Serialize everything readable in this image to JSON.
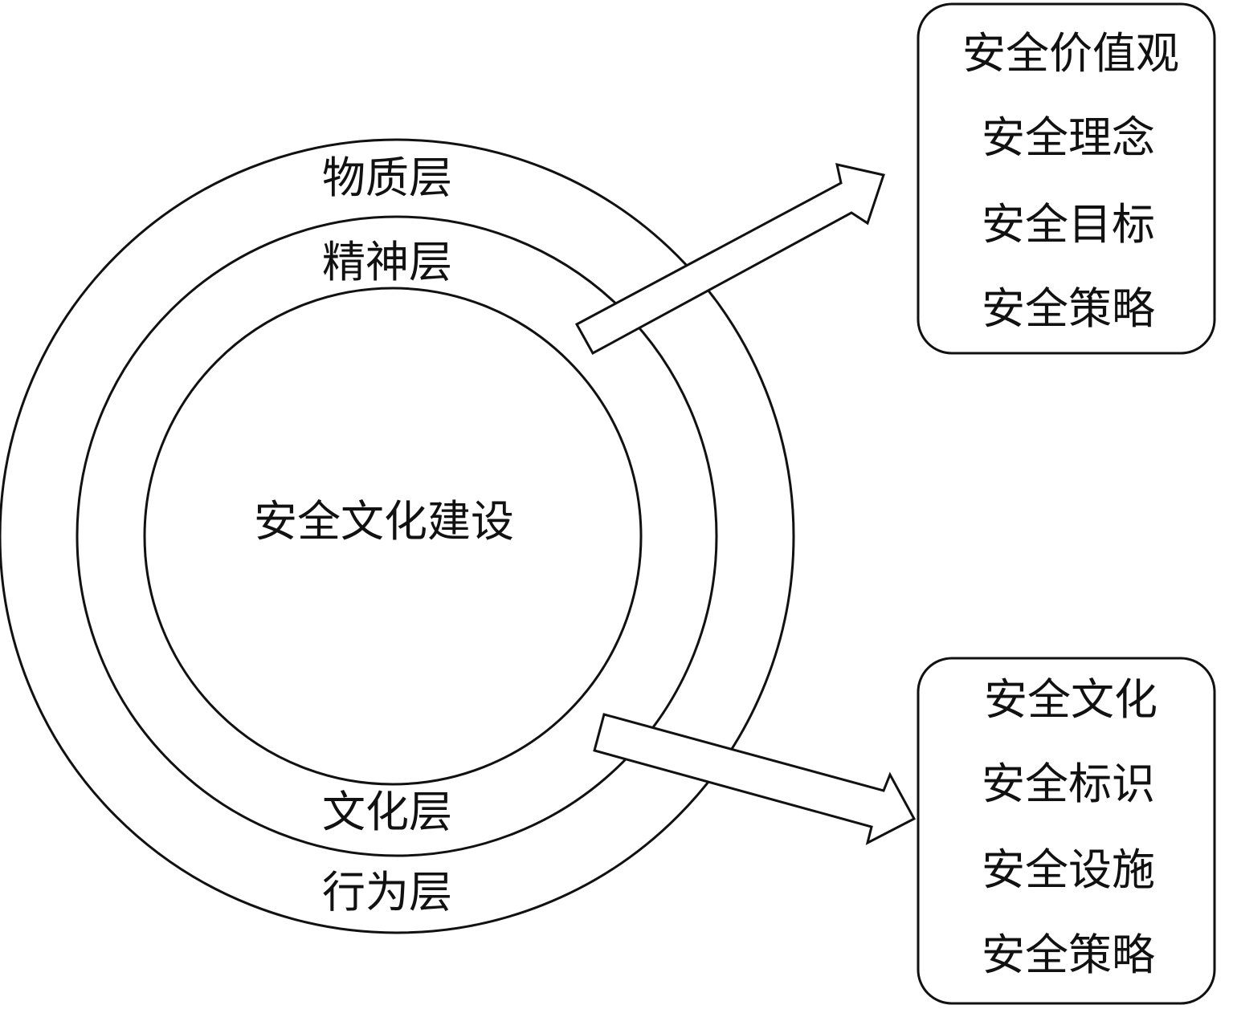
{
  "diagram": {
    "rings": {
      "outer_label": "物质层",
      "middle_label": "精神层",
      "center_label": "安全文化建设",
      "lower_middle_label": "文化层",
      "lower_outer_label": "行为层"
    },
    "top_box": {
      "items": [
        "安全价值观",
        "安全理念",
        "安全目标",
        "安全策略"
      ]
    },
    "bottom_box": {
      "items": [
        "安全文化",
        "安全标识",
        "安全设施",
        "安全策略"
      ]
    }
  }
}
